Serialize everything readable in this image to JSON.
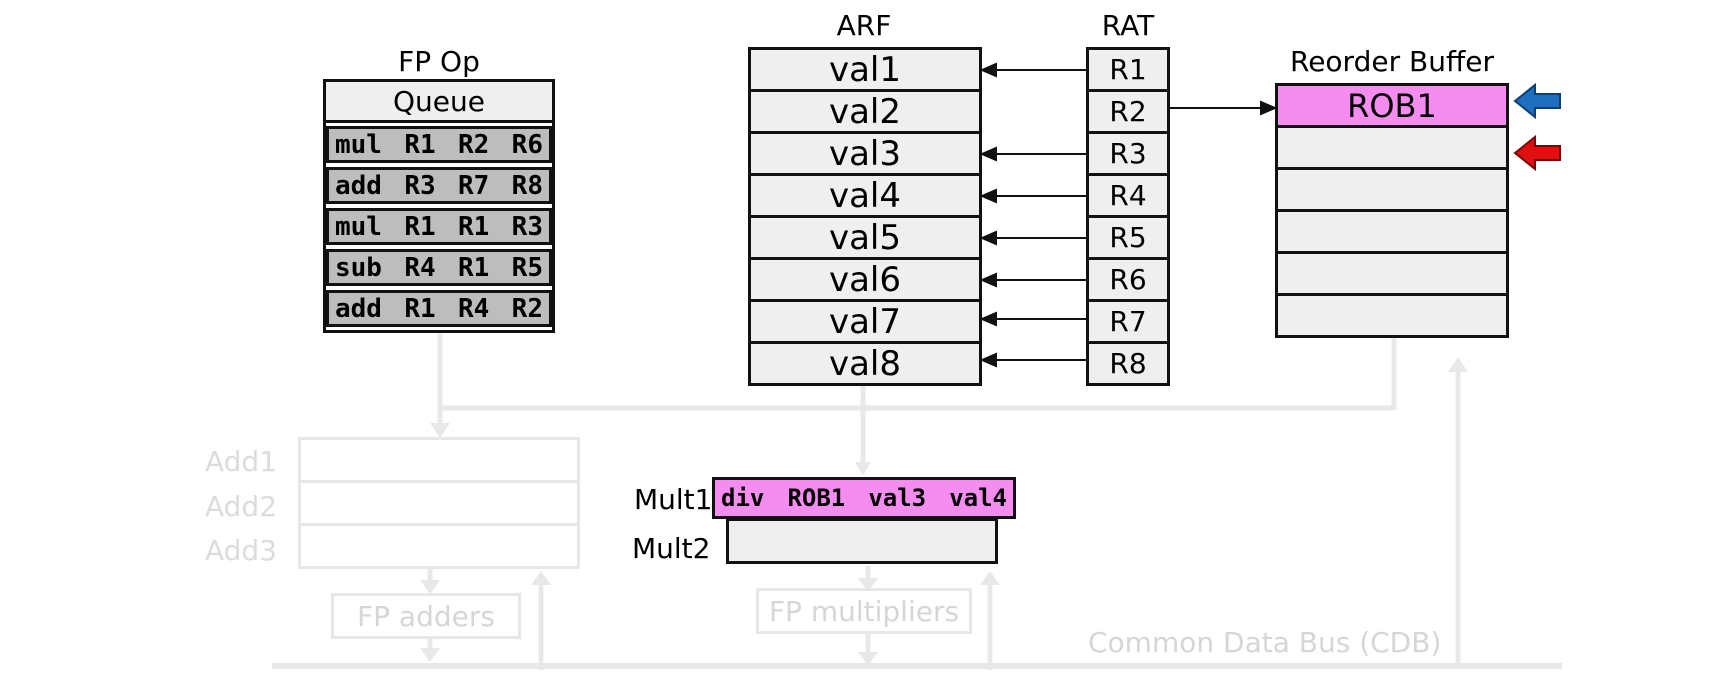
{
  "fp_queue": {
    "title_line1": "FP Op",
    "header": "Queue",
    "instructions": [
      {
        "op": "mul",
        "a": "R1",
        "b": "R2",
        "c": "R6"
      },
      {
        "op": "add",
        "a": "R3",
        "b": "R7",
        "c": "R8"
      },
      {
        "op": "mul",
        "a": "R1",
        "b": "R1",
        "c": "R3"
      },
      {
        "op": "sub",
        "a": "R4",
        "b": "R1",
        "c": "R5"
      },
      {
        "op": "add",
        "a": "R1",
        "b": "R4",
        "c": "R2"
      }
    ]
  },
  "arf": {
    "title": "ARF",
    "values": [
      "val1",
      "val2",
      "val3",
      "val4",
      "val5",
      "val6",
      "val7",
      "val8"
    ]
  },
  "rat": {
    "title": "RAT",
    "entries": [
      "R1",
      "R2",
      "R3",
      "R4",
      "R5",
      "R6",
      "R7",
      "R8"
    ]
  },
  "rob": {
    "title": "Reorder Buffer",
    "entries": [
      "ROB1",
      "",
      "",
      "",
      "",
      ""
    ]
  },
  "reservation_stations": {
    "adders": [
      "Add1",
      "Add2",
      "Add3"
    ],
    "mult1_label": "Mult1",
    "mult2_label": "Mult2",
    "mult1_entry": {
      "op": "div",
      "dest": "ROB1",
      "src1": "val3",
      "src2": "val4"
    }
  },
  "units": {
    "fp_adders": "FP adders",
    "fp_multipliers": "FP multipliers"
  },
  "bus": {
    "label": "Common Data Bus (CDB)"
  },
  "colors": {
    "highlight": "#f58cf0",
    "head_pointer": "#1e6fc0",
    "tail_pointer": "#e01010",
    "faded": "#e7e7e7"
  }
}
